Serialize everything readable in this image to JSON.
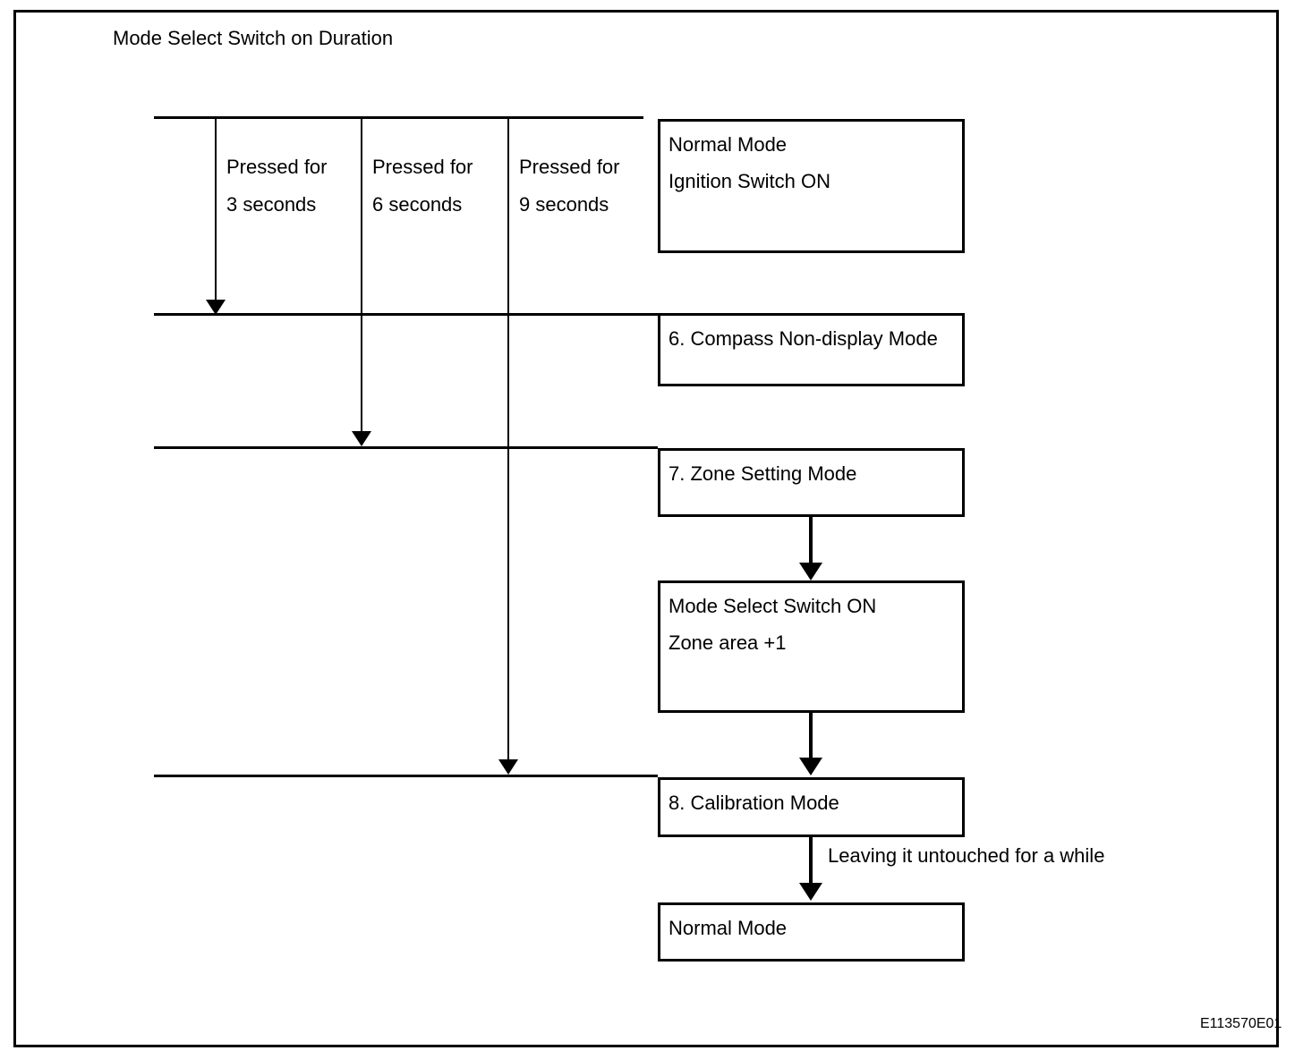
{
  "diagram": {
    "title": "Mode Select Switch on Duration",
    "figure_code": "E113570E01",
    "press_duration_columns": [
      {
        "label_line1": "Pressed for",
        "label_line2": "3 seconds"
      },
      {
        "label_line1": "Pressed for",
        "label_line2": "6 seconds"
      },
      {
        "label_line1": "Pressed for",
        "label_line2": "9 seconds"
      }
    ],
    "nodes": [
      {
        "name": "normal-mode-start",
        "lines": [
          "Normal Mode",
          "Ignition Switch ON"
        ]
      },
      {
        "name": "compass-non-display-mode",
        "lines": [
          "6. Compass Non-display Mode"
        ]
      },
      {
        "name": "zone-setting-mode",
        "lines": [
          "7. Zone Setting Mode"
        ]
      },
      {
        "name": "mode-select-switch-on",
        "lines": [
          "Mode Select Switch ON",
          "Zone area +1"
        ]
      },
      {
        "name": "calibration-mode",
        "lines": [
          "8. Calibration Mode"
        ]
      },
      {
        "name": "normal-mode-end",
        "lines": [
          "Normal Mode"
        ]
      }
    ],
    "transition_label": "Leaving it untouched for a while",
    "colors": {
      "line": "#000000",
      "background": "#ffffff",
      "text": "#000000"
    }
  }
}
